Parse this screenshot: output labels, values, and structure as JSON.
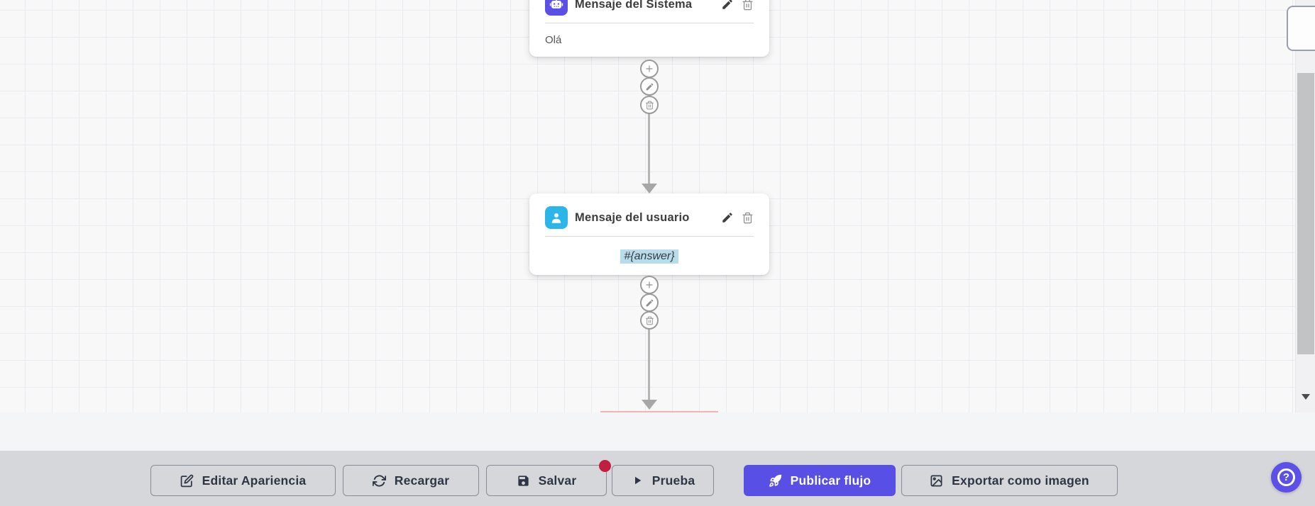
{
  "canvas": {
    "nodes": [
      {
        "title": "Mensaje del Sistema",
        "content": "Olá",
        "icon": "robot-icon",
        "icon_color": "#5a50e8",
        "actions": [
          "edit",
          "delete"
        ]
      },
      {
        "title": "Mensaje del usuario",
        "content": "#{answer}",
        "icon": "user-icon",
        "icon_color": "#2cb5e8",
        "content_highlighted": true,
        "actions": [
          "edit",
          "delete"
        ]
      }
    ],
    "connector_actions": [
      "add",
      "edit",
      "delete"
    ]
  },
  "toolbar": {
    "buttons": [
      {
        "label": "Editar Apariencia",
        "icon": "edit-square-icon"
      },
      {
        "label": "Recargar",
        "icon": "refresh-icon"
      },
      {
        "label": "Salvar",
        "icon": "save-icon",
        "has_badge": true
      },
      {
        "label": "Prueba",
        "icon": "play-icon"
      },
      {
        "label": "Publicar flujo",
        "icon": "rocket-icon",
        "primary": true
      },
      {
        "label": "Exportar como imagen",
        "icon": "image-icon"
      }
    ]
  },
  "help": {
    "label": "?",
    "icon": "question-mark-icon"
  },
  "colors": {
    "primary_purple": "#5a50e8",
    "user_cyan": "#2cb5e8",
    "badge_red": "#c11f3f",
    "content_highlight": "#b7dcec",
    "toolbar_bg": "#d6d7db",
    "canvas_bg": "#f8f8f9"
  }
}
